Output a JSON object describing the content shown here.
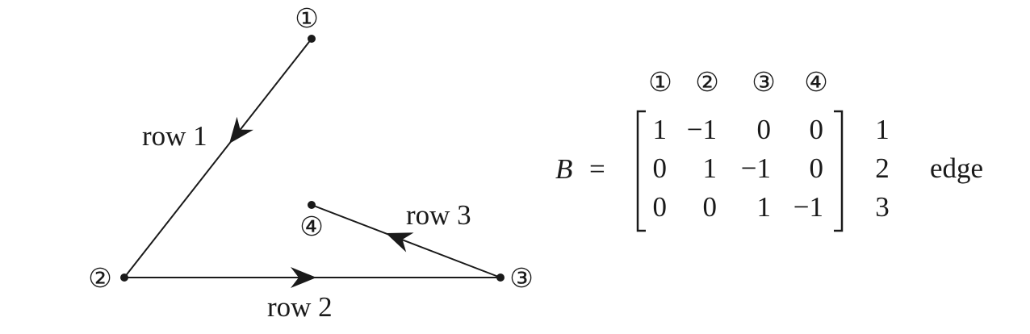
{
  "graph": {
    "nodes": [
      {
        "id": "1",
        "label": "①"
      },
      {
        "id": "2",
        "label": "②"
      },
      {
        "id": "3",
        "label": "③"
      },
      {
        "id": "4",
        "label": "④"
      }
    ],
    "edges": [
      {
        "from": "1",
        "to": "2",
        "label": "row 1"
      },
      {
        "from": "2",
        "to": "3",
        "label": "row 2"
      },
      {
        "from": "3",
        "to": "4",
        "label": "row 3"
      }
    ]
  },
  "matrix": {
    "name": "B",
    "equals": "=",
    "column_headers": [
      "①",
      "②",
      "③",
      "④"
    ],
    "rows": [
      [
        "1",
        "−1",
        "0",
        "0"
      ],
      [
        "0",
        "1",
        "−1",
        "0"
      ],
      [
        "0",
        "0",
        "1",
        "−1"
      ]
    ],
    "row_labels": [
      "1",
      "2",
      "3"
    ],
    "side_label": "edge"
  },
  "colors": {
    "ink": "#1a1a1a",
    "background": "#ffffff"
  }
}
